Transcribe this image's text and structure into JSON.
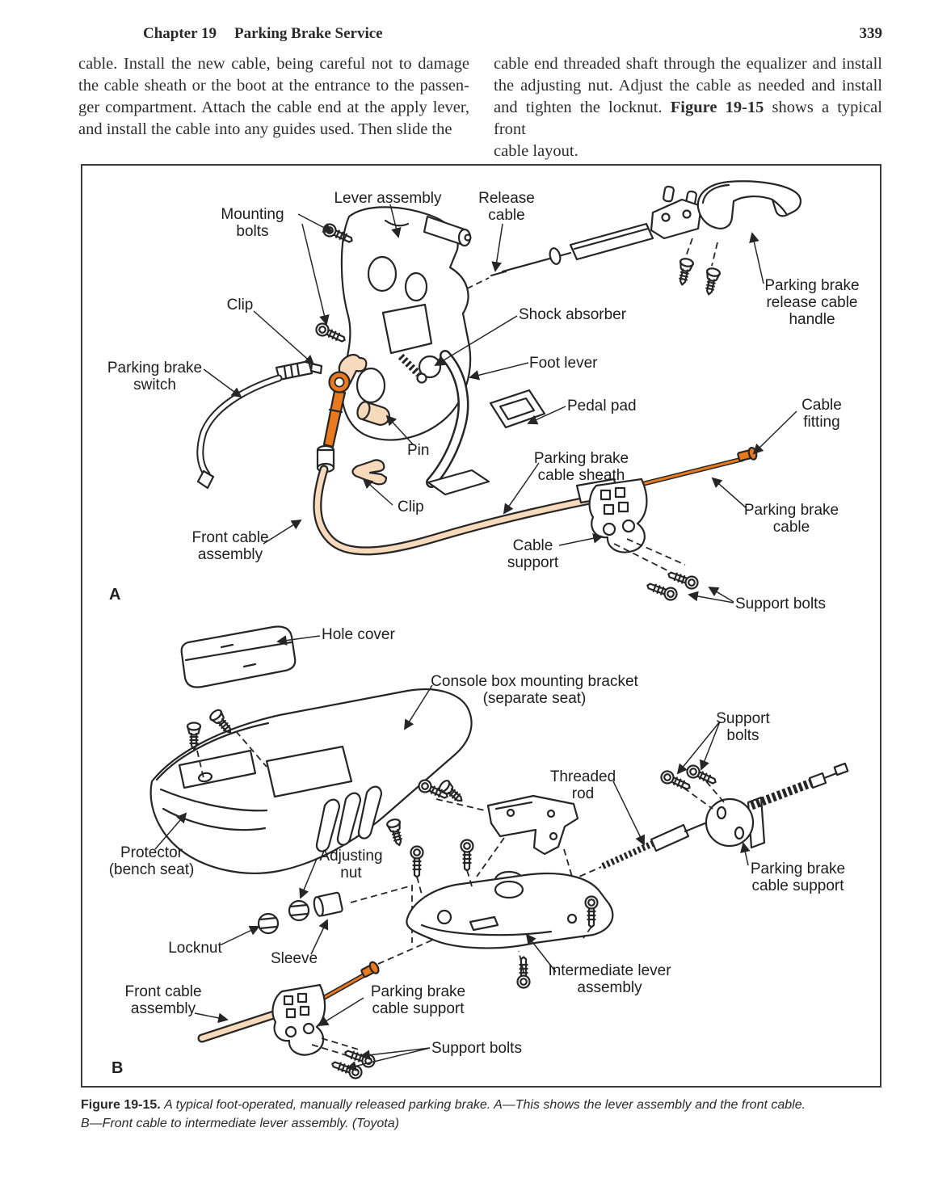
{
  "header": {
    "chapter_label": "Chapter 19",
    "chapter_title": "Parking Brake Service",
    "page_number": "339"
  },
  "body": {
    "left_lines": [
      "cable. Install the new cable, being careful not to damage",
      "the cable sheath or the boot at the entrance to the passen-",
      "ger compartment. Attach the cable end at the apply lever,",
      "and install the cable into any guides used. Then slide the"
    ],
    "right_lines": [
      "cable end threaded shaft through the equalizer and install",
      "the adjusting nut. Adjust the cable as needed and install"
    ],
    "right_line3": {
      "pre": "and tighten the locknut. ",
      "bold": "Figure 19-15",
      "post": " shows a typical front"
    },
    "right_line4": "cable layout."
  },
  "figure": {
    "marker_a": "A",
    "marker_b": "B",
    "labels": {
      "lever_assembly": "Lever assembly",
      "mounting_bolts": "Mounting\nbolts",
      "release_cable": "Release\ncable",
      "release_handle": "Parking brake\nrelease cable\nhandle",
      "clip_top": "Clip",
      "parking_brake_switch": "Parking brake\nswitch",
      "shock_absorber": "Shock absorber",
      "foot_lever": "Foot lever",
      "pedal_pad": "Pedal pad",
      "pin": "Pin",
      "cable_sheath": "Parking brake\ncable sheath",
      "cable_fitting": "Cable\nfitting",
      "clip_mid": "Clip",
      "parking_brake_cable": "Parking brake\ncable",
      "front_cable_assembly_a": "Front cable\nassembly",
      "cable_support": "Cable\nsupport",
      "support_bolts_a": "Support bolts",
      "hole_cover": "Hole cover",
      "console_bracket": "Console box mounting bracket\n(separate seat)",
      "support_bolts_b1": "Support\nbolts",
      "threaded_rod": "Threaded\nrod",
      "protector": "Protector\n(bench seat)",
      "adjusting_nut": "Adjusting\nnut",
      "cable_support_right": "Parking brake\ncable support",
      "locknut": "Locknut",
      "sleeve": "Sleeve",
      "intermediate_lever": "Intermediate lever\nassembly",
      "front_cable_assembly_b": "Front cable\nassembly",
      "cable_support_left": "Parking brake\ncable support",
      "support_bolts_b2": "Support bolts"
    },
    "caption": {
      "figure_label": "Figure 19-15.",
      "line1": "A typical foot-operated, manually released parking brake. A—This shows the lever assembly and the front cable.",
      "line2": "B—Front cable to intermediate lever assembly. (Toyota)"
    }
  },
  "colors": {
    "line": "#262626",
    "orange": "#e8791e",
    "tan": "#f7d9bc"
  }
}
